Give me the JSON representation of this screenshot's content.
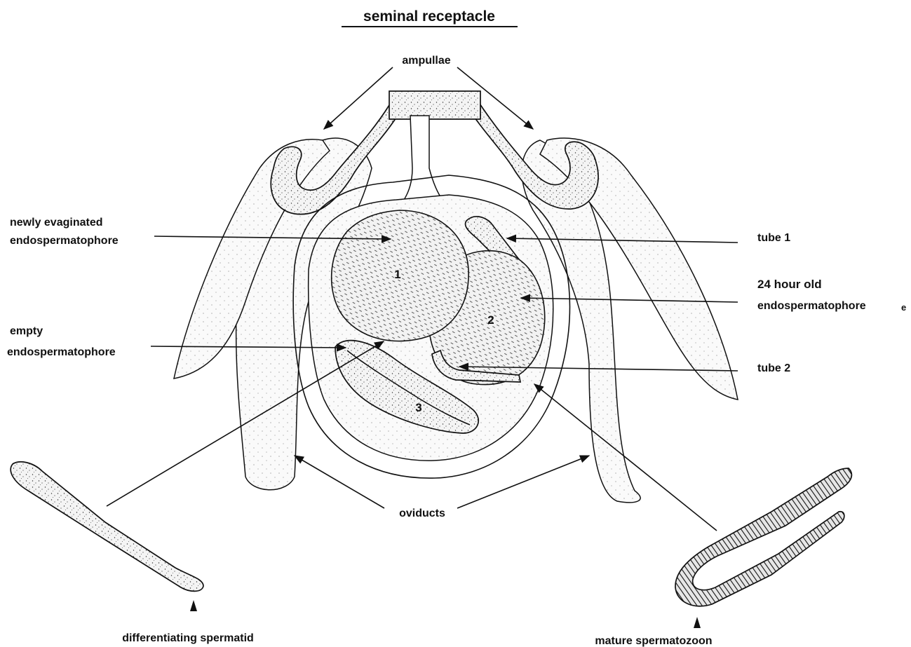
{
  "title": "seminal receptacle",
  "labels": {
    "ampullae": "ampullae",
    "newly_evaginated": [
      "newly evaginated",
      "endospermatophore"
    ],
    "empty": [
      "empty",
      "endospermatophore"
    ],
    "tube1": "tube 1",
    "hour24": [
      "24 hour old",
      "endospermatophore"
    ],
    "tube2": "tube 2",
    "oviducts": "oviducts",
    "differentiating": "differentiating spermatid",
    "mature": "mature spermatozoon",
    "stray_e": "e"
  },
  "numbers": [
    "1",
    "2",
    "3"
  ],
  "colors": {
    "ink": "#111111",
    "paper": "#ffffff"
  }
}
